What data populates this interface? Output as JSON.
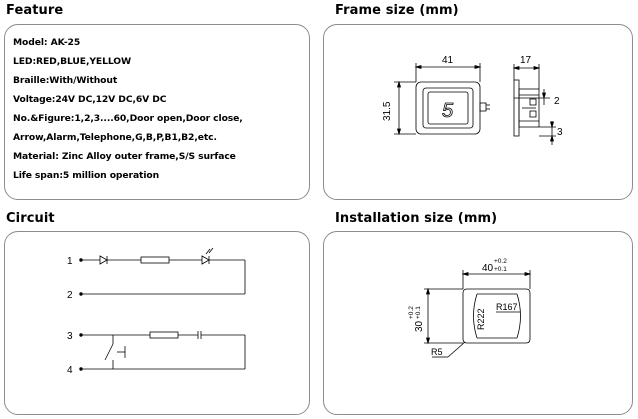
{
  "feature": {
    "title": "Feature",
    "items": [
      "Model: AK-25",
      "LED:RED,BLUE,YELLOW",
      "Braille:With/Without",
      "Voltage:24V DC,12V DC,6V DC",
      "No.&Figure:1,2,3....60,Door open,Door close,",
      "Arrow,Alarm,Telephone,G,B,P,B1,B2,etc.",
      "Material: Zinc Alloy outer frame,S/S surface",
      "Life span:5 million operation"
    ]
  },
  "frame": {
    "title": "Frame size (mm)",
    "width_label": "41",
    "height_label": "31.5",
    "depth_label": "17",
    "dim2_label": "2",
    "dim3_label": "3",
    "figure_glyph": "5"
  },
  "circuit": {
    "title": "Circuit",
    "terminals": [
      "1",
      "2",
      "3",
      "4"
    ]
  },
  "install": {
    "title": "Installation size (mm)",
    "width_label": "40",
    "width_tol_plus": "+0.2",
    "width_tol_minus": "+0.1",
    "height_label": "30",
    "height_tol_plus": "+0.2",
    "height_tol_minus": "+0.1",
    "r167_label": "R167",
    "r222_label": "R222",
    "r5_label": "R5"
  },
  "colors": {
    "line": "#000000",
    "border": "#8c8c8c"
  }
}
